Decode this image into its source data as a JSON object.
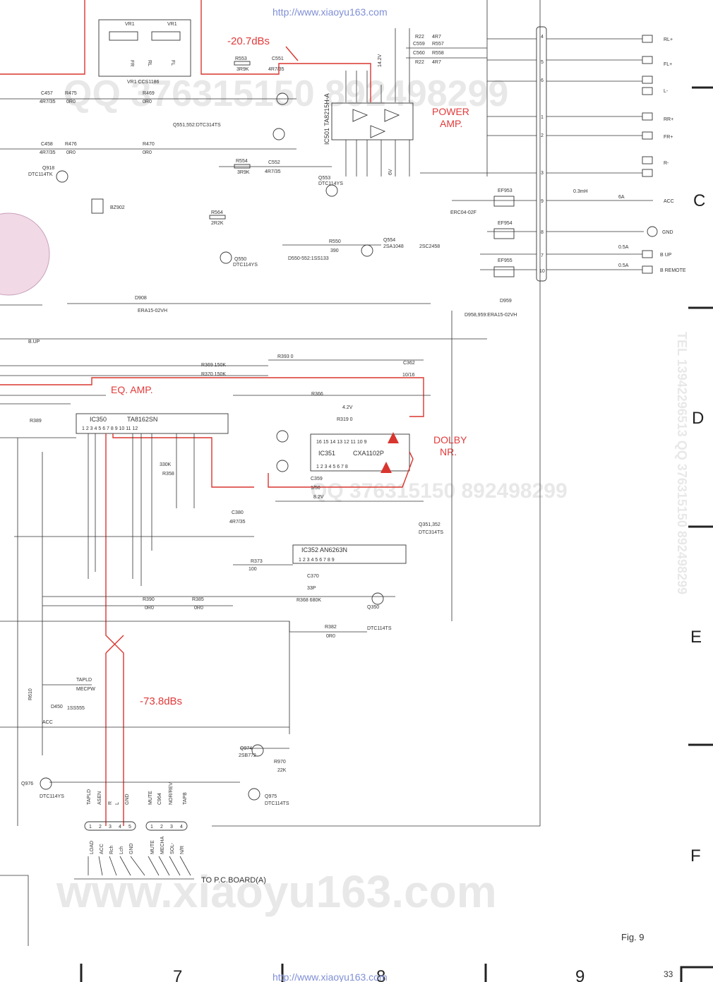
{
  "header_url": "http://www.xiaoyu163.com",
  "footer_url": "http://www.xiaoyu163.com",
  "watermark": {
    "top_line": "QQ 376315150 892498299",
    "mid_line": "QQ 376315150 892498299",
    "bottom_line": "www.xiaoyu163.com",
    "side_line": "TEL 13942296513 QQ 376315150 892498299"
  },
  "annotations": {
    "level_top": "-20.7dBs",
    "level_bottom": "-73.8dBs",
    "power_amp": [
      "POWER",
      "AMP."
    ],
    "eq_amp": "EQ. AMP.",
    "dolby_nr": [
      "DOLBY",
      "NR."
    ],
    "to_board": "TO P.C.BOARD(A)"
  },
  "ics": {
    "ic501": "IC501 TA8215H-A",
    "ic350": "IC350",
    "ic350_part": "TA8162SN",
    "ic351": "IC351",
    "ic351_part": "CXA1102P",
    "ic352": "IC352 AN6263N"
  },
  "transistor_labels": {
    "q551_552": "Q551,552:DTC314TS",
    "q918": "Q918",
    "q918_type": "DTC114TK",
    "q550": "Q550",
    "q550_type": "DTC114YS",
    "q553": "Q553",
    "q553_type": "DTC114YS",
    "q554": "Q554",
    "q554_type": "2SA1048",
    "d550_552": "D550-552:1SS133",
    "q959": "2SC2458",
    "q351_352": "Q351,352",
    "q351_352_type": "DTC314TS",
    "q350": "Q350",
    "q350_type": "DTC114TS",
    "q974": "Q974",
    "q974_type": "2SB772",
    "q975": "Q975",
    "q975_type": "DTC114TS",
    "q976": "Q976",
    "q976_type": "DTC114YS",
    "d908": "D908",
    "d908_type": "ERA15-02VH",
    "d958_959": "D958,959:ERA15-02VH",
    "vr1_part": "VR1 CCS1186",
    "bz902": "BZ902",
    "erc": "ERC04-02F",
    "d450_type": "1SS555"
  },
  "parts": {
    "r553": "R553",
    "r553_v": "3R9K",
    "c551": "C551",
    "c551_v": "4R7/35",
    "r554": "R554",
    "r554_v": "3R9K",
    "c552": "C552",
    "c552_v": "4R7/35",
    "r469": "R469",
    "r469_v": "0R0",
    "r470": "R470",
    "r470_v": "0R0",
    "c457": "C457",
    "c457_v": "4R7/35",
    "r475": "R475",
    "r475_v": "0R0",
    "c458": "C458",
    "c458_v": "4R7/35",
    "r476": "R476",
    "r476_v": "0R0",
    "r564": "R564",
    "r564_v": "2R2K",
    "r550": "R550",
    "r550_v": "390",
    "r22a": "R22",
    "r22a_v": "4R7",
    "c559": "C559",
    "r557": "R557",
    "c560": "C560",
    "r558": "R558",
    "r22b": "R22",
    "r22b_v": "4R7",
    "r369": "R369 150K",
    "r370": "R370 150K",
    "r393": "R393 0",
    "c362": "C362",
    "c362_v": "10/16",
    "r366": "R366",
    "r319": "R319 0",
    "r389": "R389",
    "r390": "R390",
    "r390_v": "0R0",
    "r385": "R385",
    "r385_v": "0R0",
    "r382": "R382",
    "r382_v": "0R0",
    "r373": "R373",
    "r373_v": "100",
    "c370": "C370",
    "c370_v": "33P",
    "r368": "R368 680K",
    "r970": "R970",
    "r970_v": "22K",
    "r610": "R610",
    "c380": "C380",
    "c380_v": "4R7/35",
    "r358": "R358",
    "r358_v": "330K",
    "c359": "C359",
    "c359_v": "1/50",
    "fuse1": "0.3mH",
    "fuse_6a": "6A",
    "fuse_05a_a": "0.5A",
    "fuse_05a_b": "0.5A",
    "ef953": "EF953",
    "ef954": "EF954",
    "ef955": "EF955",
    "d959": "D959",
    "d450": "D450",
    "mecpw": "MECPW",
    "tapld": "TAPLD",
    "acc_net": "ACC",
    "bup_net": "B.UP",
    "v_8_2": "8.2V",
    "v_4_2": "4.2V",
    "v_14_2": "14.2V",
    "v_6": "6V"
  },
  "speaker_outputs": [
    {
      "pin": "4",
      "label": "RL+"
    },
    {
      "pin": "5",
      "label": "FL+"
    },
    {
      "pin": "6",
      "label": "L-"
    },
    {
      "pin": "1",
      "label": "RR+"
    },
    {
      "pin": "2",
      "label": "FR+"
    },
    {
      "pin": "3",
      "label": "R-"
    },
    {
      "pin": "9",
      "label": "ACC"
    },
    {
      "pin": "8",
      "label": "GND"
    },
    {
      "pin": "7",
      "label": "B UP"
    },
    {
      "pin": "10",
      "label": "B REMOTE"
    }
  ],
  "connector_left": {
    "top_labels": [
      "TAPLD",
      "ASEN",
      "R",
      "L",
      "GND"
    ],
    "pins": [
      "1",
      "2",
      "3",
      "4",
      "5"
    ],
    "bottom_labels": [
      "LOAD",
      "ACC",
      "Rch",
      "Lch",
      "GND"
    ]
  },
  "connector_right": {
    "top_labels": [
      "MUTE",
      "C964",
      "NOR/REV",
      "TAPB"
    ],
    "pins": [
      "1",
      "2",
      "3",
      "4"
    ],
    "bottom_labels": [
      "MUTE",
      "MECHA",
      "SOL-",
      "N/R"
    ]
  },
  "grid_rows": [
    "C",
    "D",
    "E",
    "F"
  ],
  "grid_cols": [
    "7",
    "8",
    "9"
  ],
  "fig_label": "Fig. 9",
  "page_number": "33"
}
